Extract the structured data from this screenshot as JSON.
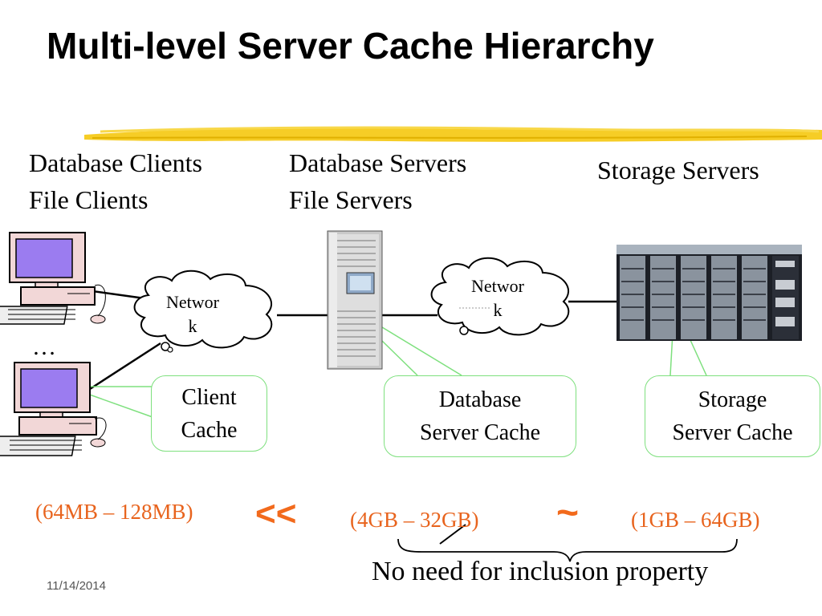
{
  "title": "Multi-level Server Cache Hierarchy",
  "headers": {
    "clients_line1": "Database Clients",
    "clients_line2": "File Clients",
    "servers_line1": "Database Servers",
    "servers_line2": "File Servers",
    "storage": "Storage Servers"
  },
  "ellipsis": "…",
  "network_left": {
    "line1": "Networ",
    "line2": "k"
  },
  "network_right": {
    "line1": "Networ",
    "line2": "k"
  },
  "callouts": {
    "client": {
      "line1": "Client",
      "line2": "Cache"
    },
    "db_server": {
      "line1": "Database",
      "line2": "Server Cache"
    },
    "storage": {
      "line1": "Storage",
      "line2": "Server Cache"
    }
  },
  "sizes": {
    "client": "(64MB – 128MB)",
    "db_server": "(4GB – 32GB)",
    "storage": "(1GB – 64GB)"
  },
  "operators": {
    "much_less": "<<",
    "approx": "~"
  },
  "note": "No need for inclusion property",
  "footer_date": "11/14/2014",
  "colors": {
    "accent_yellow": "#f5c400",
    "callout_border": "#7ee07e",
    "size_text": "#e8641e",
    "operator": "#f26a1c",
    "monitor_screen": "#9b7cf0",
    "computer_case": "#f2d7d7"
  },
  "icons": [
    "client-computer-icon",
    "network-cloud-icon",
    "server-tower-icon",
    "storage-rack-icon"
  ]
}
